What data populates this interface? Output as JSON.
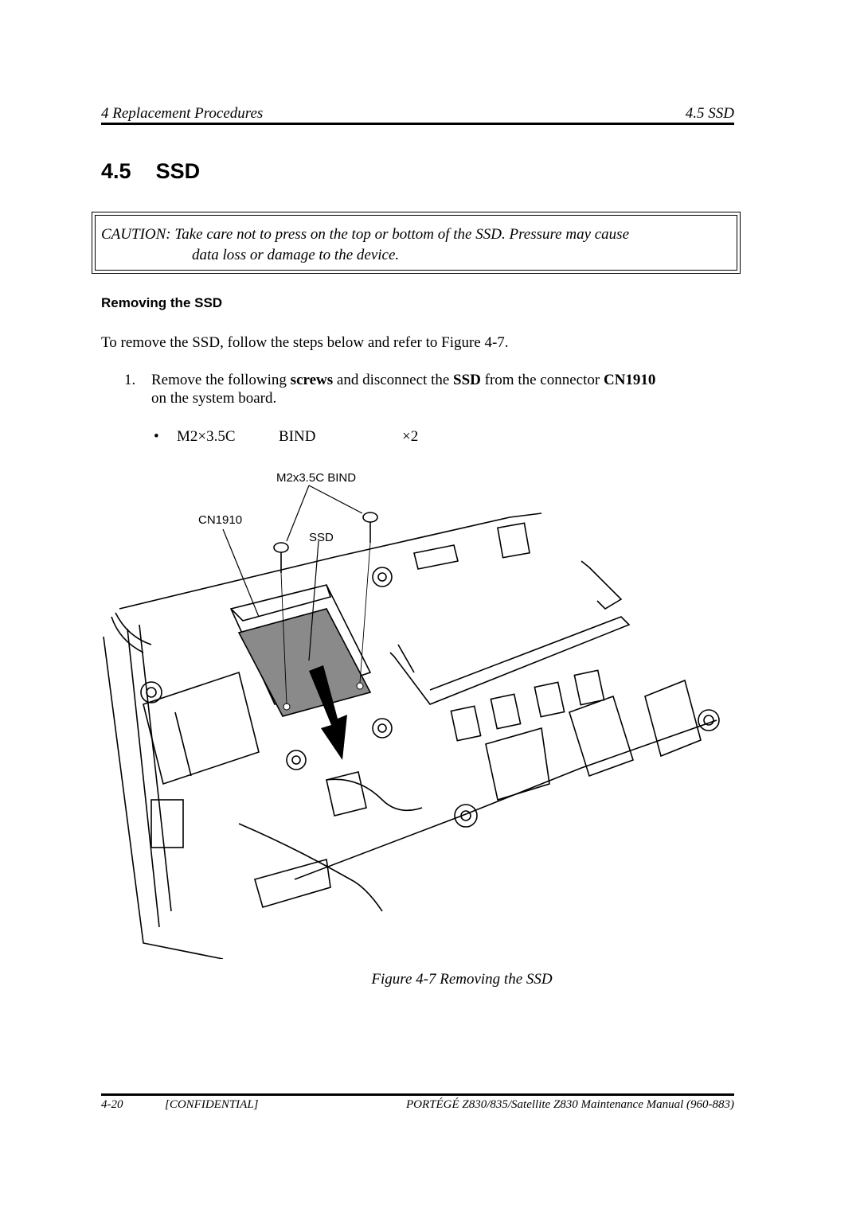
{
  "header": {
    "left": "4 Replacement Procedures",
    "right": "4.5 SSD"
  },
  "section": {
    "number": "4.5",
    "title": "SSD"
  },
  "caution": {
    "line1_label": "CAUTION",
    "line1_text": ": Take care not to press on the top or bottom of the SSD. Pressure may cause",
    "line2_text": "data loss or damage to the device."
  },
  "subsection_title": "Removing the SSD",
  "intro": "To remove the SSD, follow the steps below and refer to Figure 4-7.",
  "step1": {
    "number": "1.",
    "t1": "Remove the following ",
    "b1": "screws",
    "t2": " and disconnect the ",
    "b2": "SSD",
    "t3": " from the connector ",
    "b3": "CN1910",
    "line2": "on the system board."
  },
  "screw_list": {
    "bullet": "•",
    "part": "M2×3.5C",
    "type": "BIND",
    "qty": "×2"
  },
  "diagram_labels": {
    "screw": "M2x3.5C BIND",
    "connector": "CN1910",
    "ssd": "SSD"
  },
  "figure_caption": "Figure 4-7  Removing the SSD",
  "footer": {
    "page": "4-20",
    "confidential": "[CONFIDENTIAL]",
    "title": "PORTÉGÉ Z830/835/Satellite Z830 Maintenance Manual (960-883)"
  }
}
